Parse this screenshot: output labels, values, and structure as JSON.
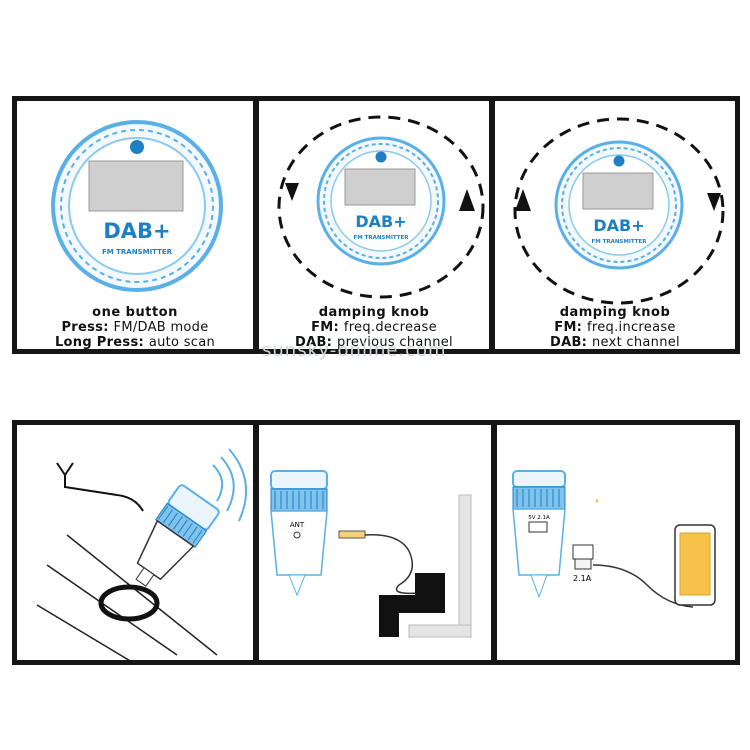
{
  "panels": [
    {
      "title": "one button",
      "lines": [
        {
          "key": "Press:",
          "val": "FM/DAB mode"
        },
        {
          "key": "Long Press:",
          "val": "auto scan"
        }
      ]
    },
    {
      "title": "damping knob",
      "lines": [
        {
          "key": "FM:",
          "val": "freq.decrease"
        },
        {
          "key": "DAB:",
          "val": "previous channel"
        }
      ]
    },
    {
      "title": "damping knob",
      "lines": [
        {
          "key": "FM:",
          "val": "freq.increase"
        },
        {
          "key": "DAB:",
          "val": "next channel"
        }
      ]
    }
  ],
  "dial": {
    "brand": "DAB+",
    "subtitle": "FM TRANSMITTER"
  },
  "device_labels": {
    "ant": "ANT",
    "port": "5V 2.1A",
    "cable": "2.1A"
  },
  "watermark": "sunsky-online.com",
  "colors": {
    "accent": "#1d7fc4",
    "light_blue": "#5ab0e6",
    "border": "#161616"
  }
}
